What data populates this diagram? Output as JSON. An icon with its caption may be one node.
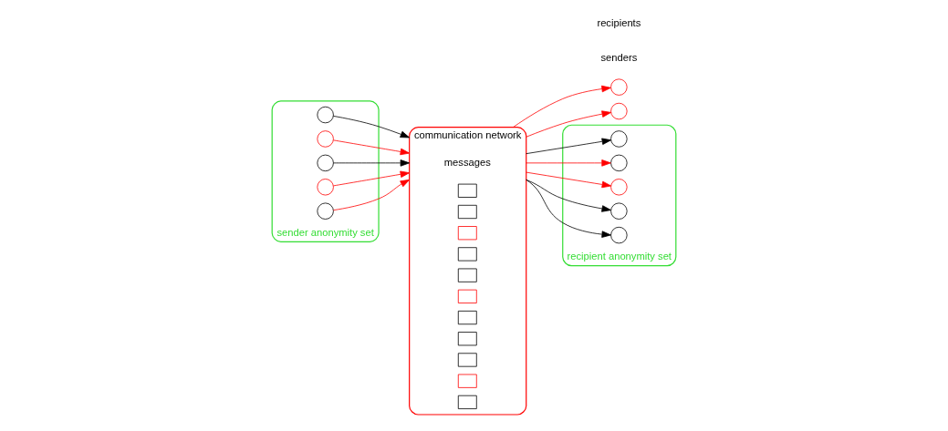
{
  "diagram": {
    "nodes": [
      {
        "text": [
          "sender anonymity set"
        ]
      },
      {
        "text": [],
        "shape": "circle",
        "in": 0
      },
      {
        "text": [],
        "shape": "circle",
        "in": 0
      },
      {
        "text": [],
        "shape": "circle",
        "in": 0
      },
      {
        "text": [],
        "shape": "circle",
        "in": 0
      },
      {
        "text": [],
        "shape": "circle",
        "in": 0
      },
      {
        "text": [
          "communication network"
        ]
      },
      {
        "text": [
          "messages"
        ],
        "in": 6
      },
      {
        "text": [],
        "shape": "box",
        "in": 6
      },
      {
        "text": [],
        "shape": "box",
        "in": 6
      },
      {
        "text": [],
        "shape": "box",
        "in": 6
      },
      {
        "text": [],
        "shape": "box",
        "in": 6
      },
      {
        "text": [],
        "shape": "box",
        "in": 6
      },
      {
        "text": [],
        "shape": "box",
        "in": 6
      },
      {
        "text": [],
        "shape": "box",
        "in": 6
      },
      {
        "text": [],
        "shape": "box",
        "in": 6
      },
      {
        "text": [],
        "shape": "box",
        "in": 6
      },
      {
        "text": [],
        "shape": "box",
        "in": 6
      },
      {
        "text": [],
        "shape": "box",
        "in": 6
      },
      {
        "text": [],
        "shape": "circle"
      },
      {
        "text": [],
        "shape": "circle"
      },
      {
        "text": [
          "recipient anonymity set"
        ]
      },
      {
        "text": [],
        "shape": "circle",
        "in": 21
      },
      {
        "text": [],
        "shape": "circle",
        "in": 21
      },
      {
        "text": [],
        "shape": "circle",
        "in": 21
      },
      {
        "text": [],
        "shape": "circle",
        "in": 21
      },
      {
        "text": [],
        "shape": "circle",
        "in": 21
      }
    ],
    "edges": [
      {
        "from": 1,
        "to": 6,
        "arrow": "to",
        "color": "#000000"
      },
      {
        "from": 2,
        "to": 6,
        "arrow": "to",
        "color": "#ff0000"
      },
      {
        "from": 3,
        "to": 6,
        "arrow": "to",
        "color": "#000000"
      },
      {
        "from": 4,
        "to": 6,
        "arrow": "to",
        "color": "#ff0000"
      },
      {
        "from": 5,
        "to": 6,
        "arrow": "to",
        "color": "#ff0000"
      },
      {
        "from": 6,
        "to": 19,
        "arrow": "to",
        "color": "#ff0000"
      },
      {
        "from": 6,
        "to": 20,
        "arrow": "to",
        "color": "#ff0000"
      },
      {
        "from": 6,
        "to": 22,
        "arrow": "to",
        "color": "#000000"
      },
      {
        "from": 6,
        "to": 23,
        "arrow": "to",
        "color": "#ff0000"
      },
      {
        "from": 6,
        "to": 24,
        "arrow": "to",
        "color": "#ff0000"
      },
      {
        "from": 6,
        "to": 25,
        "arrow": "to",
        "color": "#000000"
      },
      {
        "from": 6,
        "to": 26,
        "arrow": "to",
        "color": "#000000"
      }
    ],
    "labels": [
      "senders",
      "recipients"
    ]
  }
}
